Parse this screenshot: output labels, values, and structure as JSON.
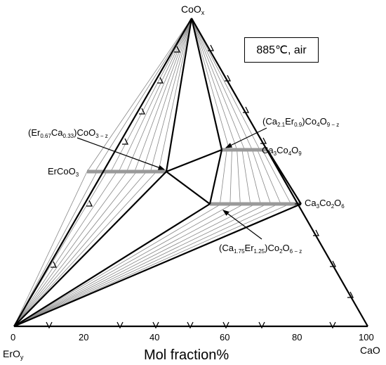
{
  "apex_top": {
    "base": "CoO",
    "sub": "x"
  },
  "apex_left": {
    "base": "ErO",
    "sub": "y"
  },
  "apex_right": "CaO",
  "condition": "885℃, air",
  "axis_title": "Mol fraction%",
  "ticks": [
    "0",
    "20",
    "40",
    "60",
    "80",
    "100"
  ],
  "phases": {
    "ercoo3": "ErCoO",
    "ercoo3_sub": "3",
    "er_solution": {
      "p1": "(Er",
      "s1": "0.67",
      "p2": "Ca",
      "s2": "0.33",
      "p3": ")CoO",
      "s3": "3 − z"
    },
    "ca3co4o9": {
      "p1": "Ca",
      "s1": "3",
      "p2": "Co",
      "s2": "4",
      "p3": "O",
      "s3": "9"
    },
    "ca_er_co4": {
      "p1": "(Ca",
      "s1": "2.1",
      "p2": "Er",
      "s2": "0.9",
      "p3": ")Co",
      "s3": "4",
      "p4": "O",
      "s4": "9 − z"
    },
    "ca3co2o6": {
      "p1": "Ca",
      "s1": "3",
      "p2": "Co",
      "s2": "2",
      "p3": "O",
      "s3": "6"
    },
    "ca_er_co2": {
      "p1": "(Ca",
      "s1": "1.75",
      "p2": "Er",
      "s2": "1.25",
      "p3": ")Co",
      "s3": "2",
      "p4": "O",
      "s4": "6 − z"
    }
  },
  "colors": {
    "line": "#000000",
    "tie_line": "#888888",
    "single_phase_band": "#9a9a9a"
  }
}
